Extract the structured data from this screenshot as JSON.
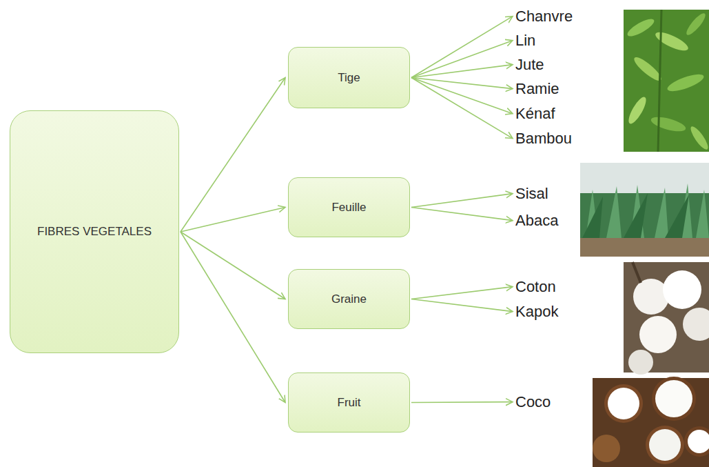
{
  "diagram": {
    "nodes": [
      {
        "text": [
          "FIBRES VEGETALES"
        ]
      },
      {
        "text": [
          "Tige"
        ]
      },
      {
        "text": [
          "Feuille"
        ]
      },
      {
        "text": [
          "Graine"
        ]
      },
      {
        "text": [
          "Fruit"
        ]
      },
      {
        "text": [
          "Chanvre"
        ]
      },
      {
        "text": [
          "Lin"
        ]
      },
      {
        "text": [
          "Jute"
        ]
      },
      {
        "text": [
          "Ramie"
        ]
      },
      {
        "text": [
          "Kénaf"
        ]
      },
      {
        "text": [
          "Bambou"
        ]
      },
      {
        "text": [
          "Sisal"
        ]
      },
      {
        "text": [
          "Abaca"
        ]
      },
      {
        "text": [
          "Coton"
        ]
      },
      {
        "text": [
          "Kapok"
        ]
      },
      {
        "text": [
          "Coco"
        ]
      }
    ],
    "edges": [
      {
        "from": 0,
        "to": 1,
        "arrow": "to"
      },
      {
        "from": 0,
        "to": 2,
        "arrow": "to"
      },
      {
        "from": 0,
        "to": 3,
        "arrow": "to"
      },
      {
        "from": 0,
        "to": 4,
        "arrow": "to"
      },
      {
        "from": 1,
        "to": 5,
        "arrow": "to"
      },
      {
        "from": 1,
        "to": 6,
        "arrow": "to"
      },
      {
        "from": 1,
        "to": 7,
        "arrow": "to"
      },
      {
        "from": 1,
        "to": 8,
        "arrow": "to"
      },
      {
        "from": 1,
        "to": 9,
        "arrow": "to"
      },
      {
        "from": 1,
        "to": 10,
        "arrow": "to"
      },
      {
        "from": 2,
        "to": 11,
        "arrow": "to"
      },
      {
        "from": 2,
        "to": 12,
        "arrow": "to"
      },
      {
        "from": 3,
        "to": 13,
        "arrow": "to"
      },
      {
        "from": 3,
        "to": 14,
        "arrow": "to"
      },
      {
        "from": 4,
        "to": 15,
        "arrow": "to"
      }
    ]
  }
}
